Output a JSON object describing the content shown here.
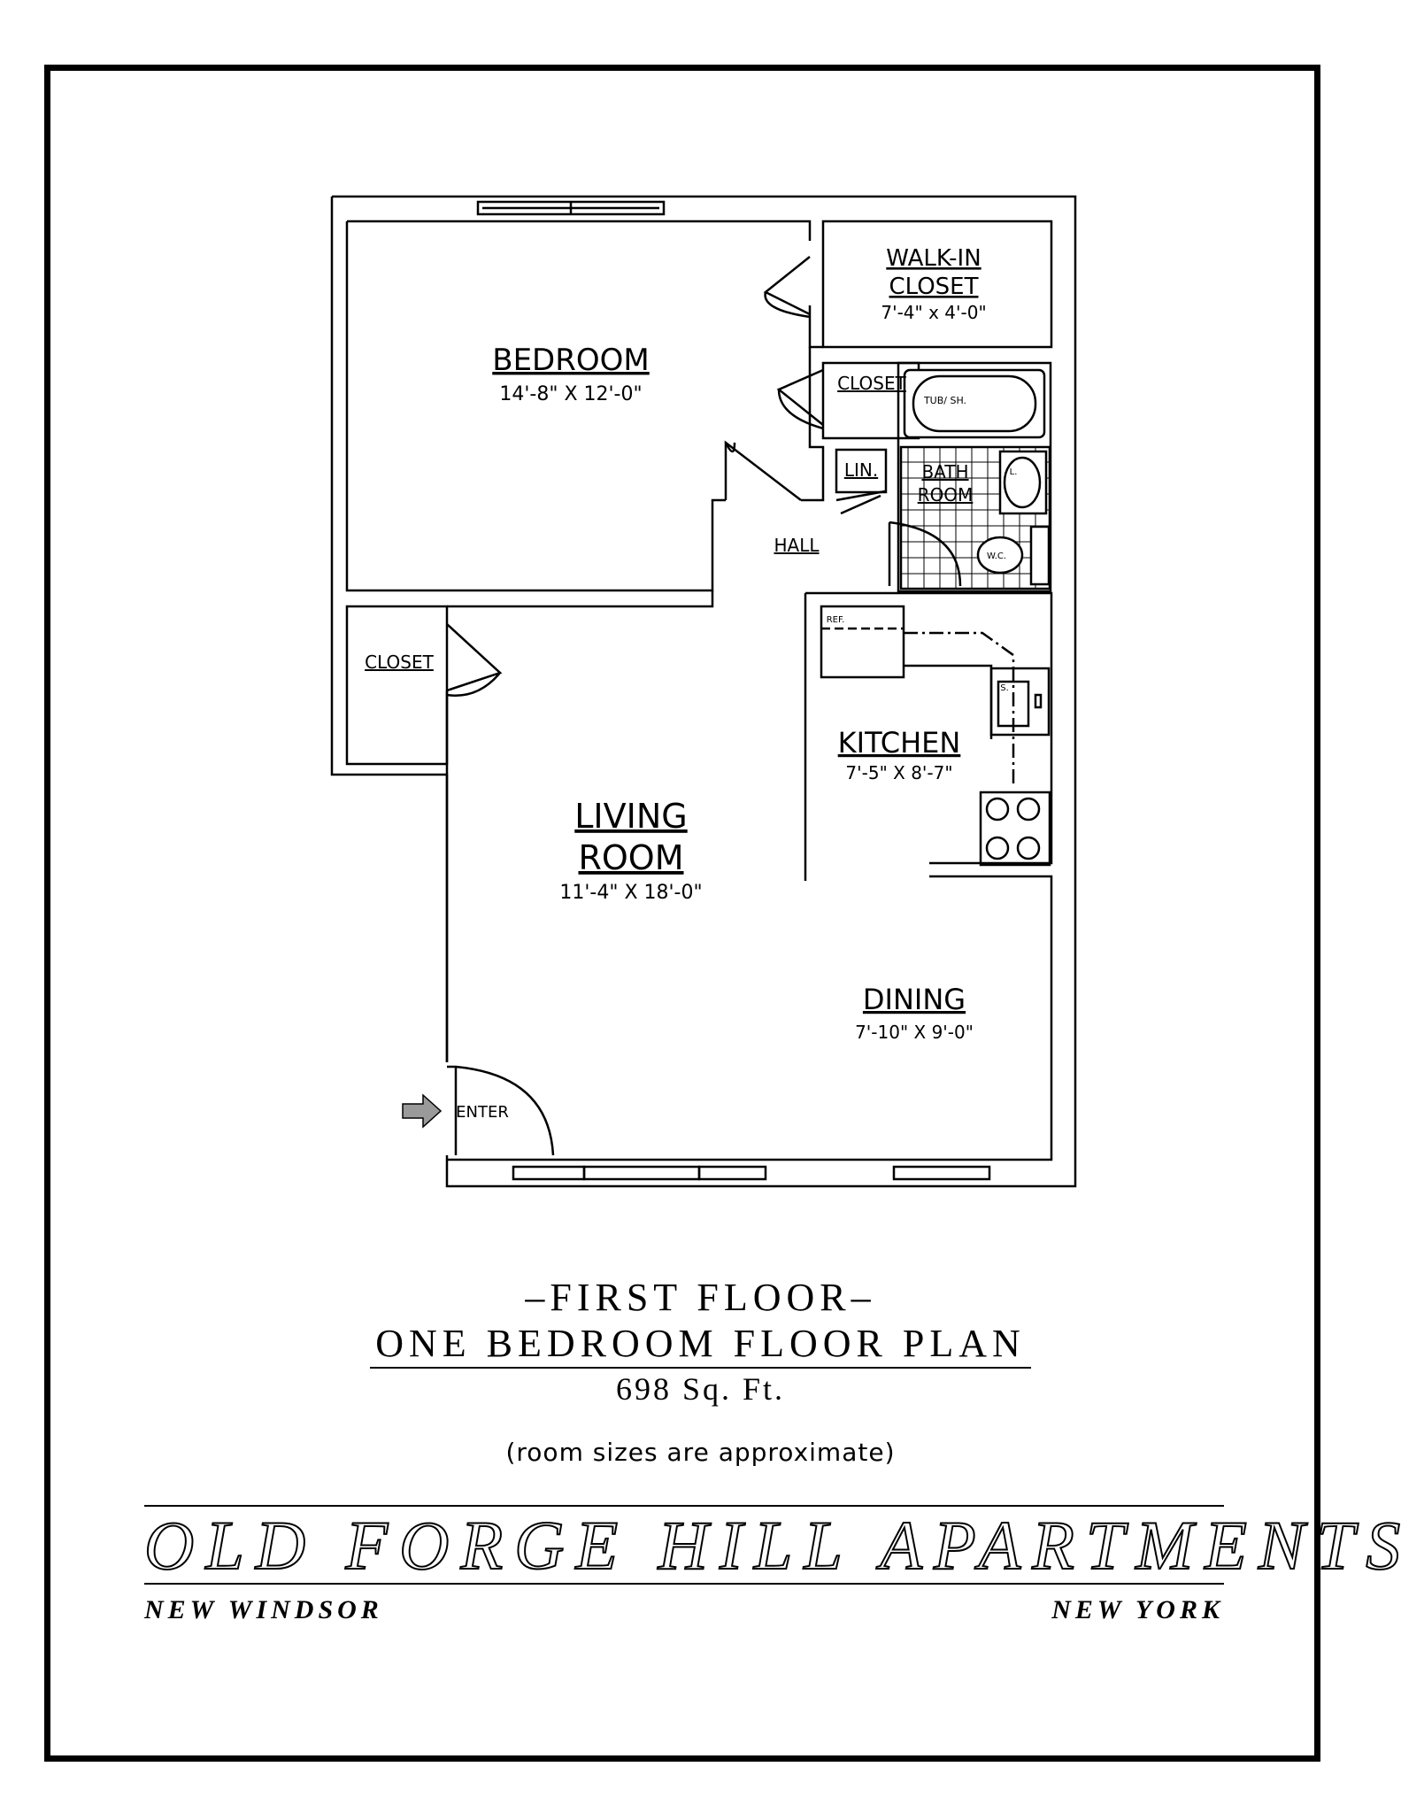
{
  "rooms": {
    "walkin_name_1": "WALK-IN",
    "walkin_name_2": "CLOSET",
    "walkin_size": "7'-4\" x 4'-0\"",
    "bedroom_name": "BEDROOM",
    "bedroom_size": "14'-8\" X 12'-0\"",
    "closet_upper": "CLOSET",
    "tub": "TUB/ SH.",
    "linen": "LIN.",
    "bath_1": "BATH",
    "bath_2": "ROOM",
    "hall": "HALL",
    "wc": "W.C.",
    "lav": "L.",
    "closet_left": "CLOSET",
    "ref": "REF.",
    "sink": "S.",
    "kitchen_name": "KITCHEN",
    "kitchen_size": "7'-5\" X 8'-7\"",
    "living_1": "LIVING",
    "living_2": "ROOM",
    "living_size": "11'-4\" X 18'-0\"",
    "dining_name": "DINING",
    "dining_size": "7'-10\" X 9'-0\"",
    "enter": "ENTER"
  },
  "caption": {
    "floor": "–FIRST FLOOR–",
    "plan": "ONE BEDROOM FLOOR PLAN",
    "area": "698 Sq. Ft.",
    "note": "(room sizes are approximate)"
  },
  "brand": {
    "name": "OLD FORGE HILL APARTMENTS",
    "city": "NEW WINDSOR",
    "state": "NEW YORK"
  },
  "colors": {
    "line": "#000000",
    "arrow": "#9a9a9a"
  }
}
